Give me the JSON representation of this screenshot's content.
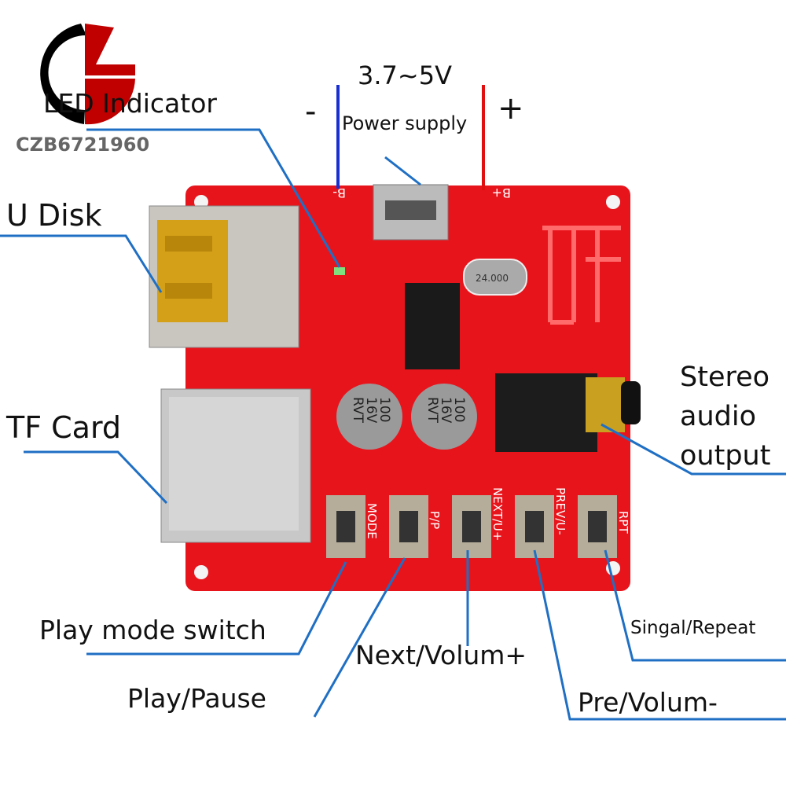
{
  "logo": {
    "text": "CZB6721960",
    "letters": "CZB"
  },
  "power": {
    "voltage": "3.7~5V",
    "label": "Power supply",
    "minus": "-",
    "plus": "+"
  },
  "board_marks": {
    "b_minus": "B-",
    "b_plus": "B+",
    "crystal": "24.000",
    "cap1": [
      "100",
      "16V",
      "RVT"
    ],
    "cap2": [
      "100",
      "16V",
      "RVT"
    ],
    "btn_mode": "MODE",
    "btn_pp": "P/P",
    "btn_next": "NEXT/U+",
    "btn_prev": "PREV/U-",
    "btn_rpt": "RPT"
  },
  "labels": {
    "led": "LED Indicator",
    "udisk": "U Disk",
    "tfcard": "TF Card",
    "stereo": [
      "Stereo",
      "audio",
      "output"
    ],
    "play_mode": "Play mode switch",
    "play_pause": "Play/Pause",
    "next": "Next/Volum+",
    "prev": "Pre/Volum-",
    "repeat": "Singal/Repeat"
  },
  "colors": {
    "board": "#e8141c",
    "leader": "#1f6fc4",
    "minus_wire": "#1a2fd0",
    "plus_wire": "#e01010",
    "logo_red": "#c00000"
  }
}
